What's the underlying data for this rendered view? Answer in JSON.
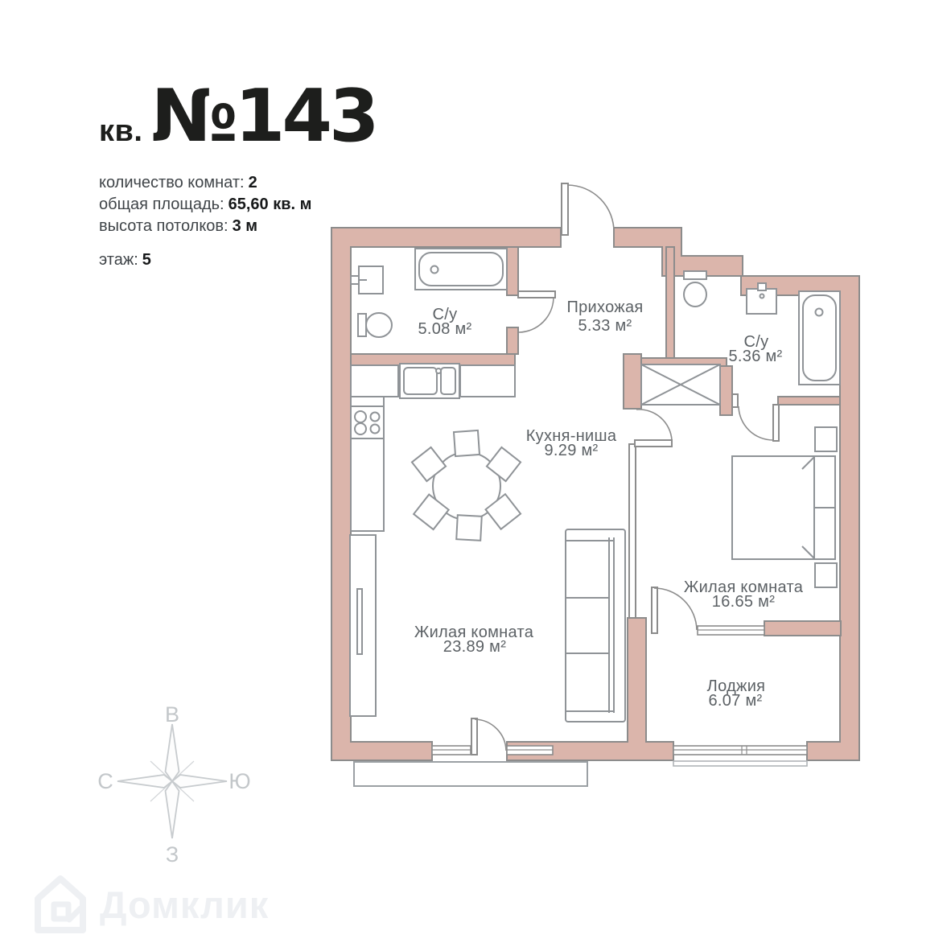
{
  "header": {
    "unit_label": "кв.",
    "unit_number": "№143",
    "details": [
      {
        "label": "количество комнат:",
        "value": "2"
      },
      {
        "label": "общая площадь:",
        "value": "65,60 кв. м"
      },
      {
        "label": "высота потолков:",
        "value": "3 м"
      }
    ],
    "floor": {
      "label": "этаж:",
      "value": "5"
    }
  },
  "plan": {
    "rooms": [
      {
        "name": "С/у",
        "area": "5.08 м²"
      },
      {
        "name": "Прихожая",
        "area": "5.33 м²"
      },
      {
        "name": "С/у",
        "area": "5.36 м²"
      },
      {
        "name": "Кухня-ниша",
        "area": "9.29 м²"
      },
      {
        "name": "Жилая комната",
        "area": "23.89 м²"
      },
      {
        "name": "Жилая комната",
        "area": "16.65 м²"
      },
      {
        "name": "Лоджия",
        "area": "6.07 м²"
      }
    ]
  },
  "compass": {
    "east": "В",
    "south": "Ю",
    "west": "З",
    "north": "С"
  },
  "watermark": {
    "brand": "Домклик"
  },
  "colors": {
    "wall_fill": "#dbb5ab",
    "wall_stroke": "#8c8c8c",
    "fixture_stroke": "#8f9397",
    "room_label": "#5c6165",
    "heading_text": "#1d1e1c",
    "body_text": "#3f4448",
    "compass": "#c7cbce",
    "watermark": "#eef0f3"
  }
}
